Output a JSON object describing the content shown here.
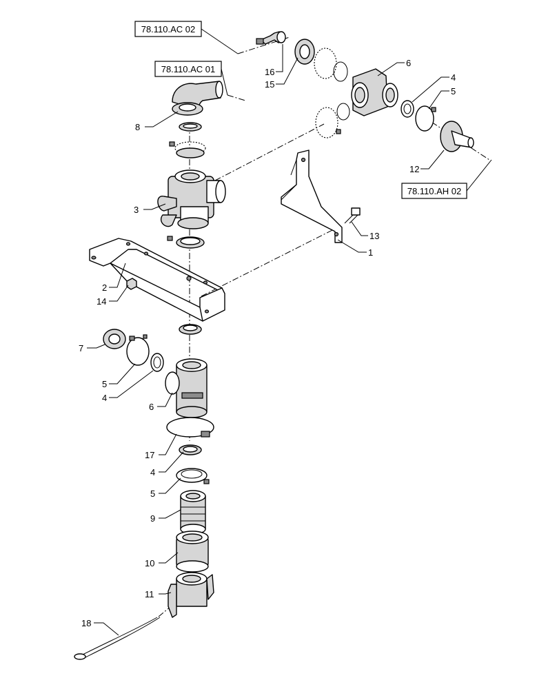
{
  "references": [
    {
      "id": "ref-78-110-ac-02",
      "label": "78.110.AC 02"
    },
    {
      "id": "ref-78-110-ac-01",
      "label": "78.110.AC 01"
    },
    {
      "id": "ref-78-110-ah-02",
      "label": "78.110.AH 02"
    }
  ],
  "callouts": [
    {
      "key": "c16",
      "label": "16"
    },
    {
      "key": "c15",
      "label": "15"
    },
    {
      "key": "c6a",
      "label": "6"
    },
    {
      "key": "c4a",
      "label": "4"
    },
    {
      "key": "c5a",
      "label": "5"
    },
    {
      "key": "c8",
      "label": "8"
    },
    {
      "key": "c12",
      "label": "12"
    },
    {
      "key": "c3",
      "label": "3"
    },
    {
      "key": "c13",
      "label": "13"
    },
    {
      "key": "c1",
      "label": "1"
    },
    {
      "key": "c2",
      "label": "2"
    },
    {
      "key": "c14",
      "label": "14"
    },
    {
      "key": "c7",
      "label": "7"
    },
    {
      "key": "c5b",
      "label": "5"
    },
    {
      "key": "c4b",
      "label": "4"
    },
    {
      "key": "c6b",
      "label": "6"
    },
    {
      "key": "c17",
      "label": "17"
    },
    {
      "key": "c4c",
      "label": "4"
    },
    {
      "key": "c5c",
      "label": "5"
    },
    {
      "key": "c9",
      "label": "9"
    },
    {
      "key": "c10",
      "label": "10"
    },
    {
      "key": "c11",
      "label": "11"
    },
    {
      "key": "c18",
      "label": "18"
    }
  ]
}
